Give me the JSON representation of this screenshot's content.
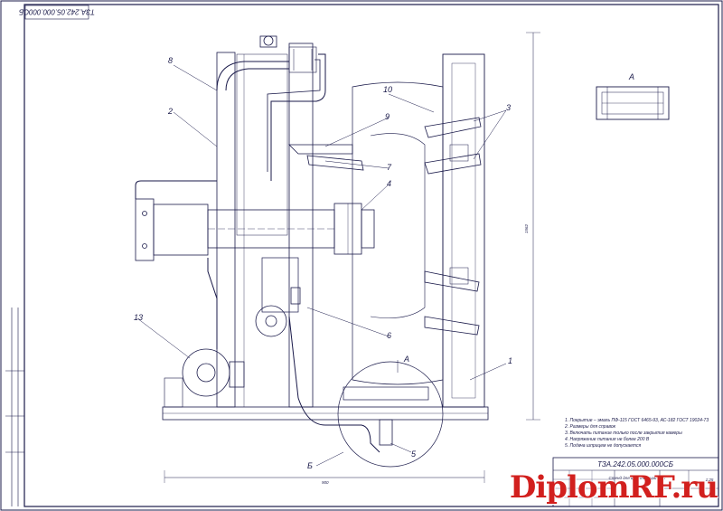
{
  "drawing": {
    "corner_code": "ТЗА.242.05.000.000СБ",
    "part_labels": [
      "1",
      "2",
      "3",
      "4",
      "5",
      "6",
      "7",
      "8",
      "9",
      "10",
      "13"
    ],
    "view_labels": {
      "view_a_title": "А",
      "section_a": "А",
      "view_b": "Б"
    },
    "dimensions": {
      "height": "1562",
      "width": "900"
    },
    "notes": [
      "1. Покрытие – эмаль ПФ-115 ГОСТ 6465-93, АС-182 ГОСТ 19024-73",
      "2. Размеры для справок",
      "3. Включать питание только после закрытия камеры",
      "4. Напряжение питания не более 200 В",
      "5. Подача шприцем не допускается"
    ],
    "title_block": {
      "code": "ТЗА.242.05.000.000СБ",
      "name": "Стенд для вулканизации шин",
      "scale": "1:25"
    }
  },
  "watermark": "DiplomRF.ru",
  "colors": {
    "ink": "#1a1a4a",
    "watermark": "#d2201e"
  }
}
